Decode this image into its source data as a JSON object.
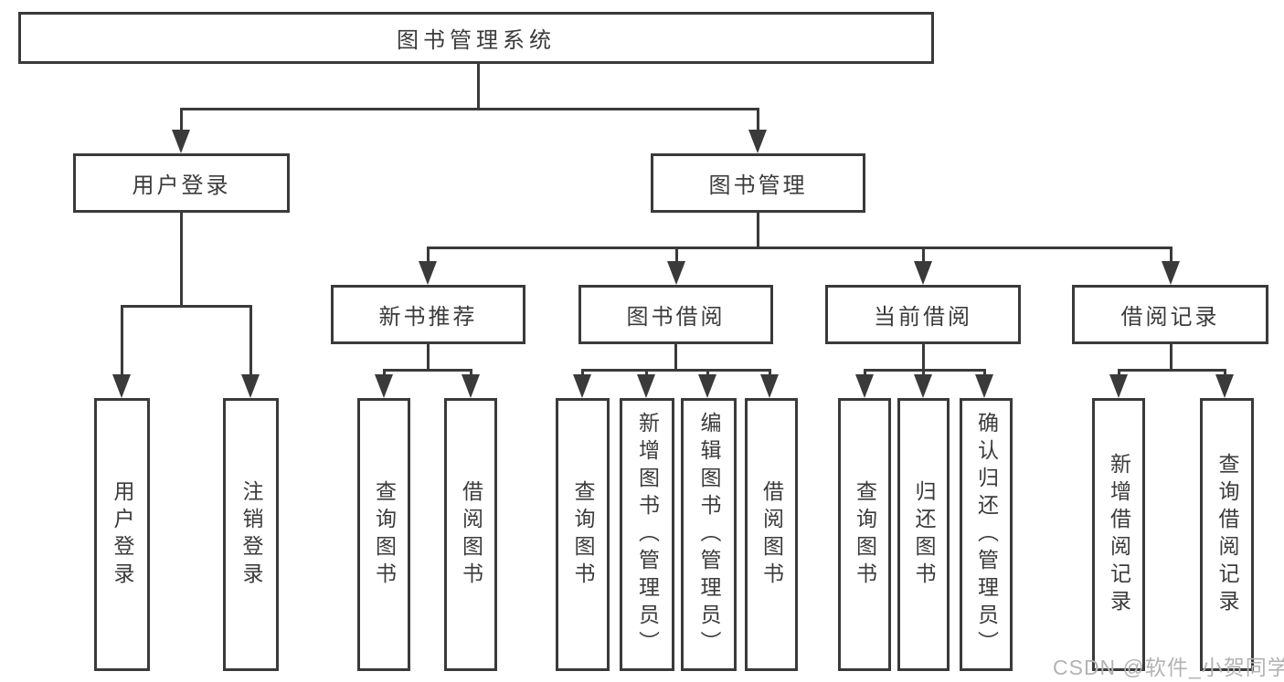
{
  "tree": {
    "root": {
      "label": "图书管理系统"
    },
    "branches": [
      {
        "label": "用户登录",
        "children": [
          {
            "label": "用户登录"
          },
          {
            "label": "注销登录"
          }
        ]
      },
      {
        "label": "图书管理",
        "children": [
          {
            "label": "新书推荐",
            "children": [
              {
                "label": "查询图书"
              },
              {
                "label": "借阅图书"
              }
            ]
          },
          {
            "label": "图书借阅",
            "children": [
              {
                "label": "查询图书"
              },
              {
                "label": "新增图书（管理员）"
              },
              {
                "label": "编辑图书（管理员）"
              },
              {
                "label": "借阅图书"
              }
            ]
          },
          {
            "label": "当前借阅",
            "children": [
              {
                "label": "查询图书"
              },
              {
                "label": "归还图书"
              },
              {
                "label": "确认归还（管理员）"
              }
            ]
          },
          {
            "label": "借阅记录",
            "children": [
              {
                "label": "新增借阅记录"
              },
              {
                "label": "查询借阅记录"
              }
            ]
          }
        ]
      }
    ]
  },
  "watermark": {
    "text": "CSDN @软件_小贺同学"
  },
  "colors": {
    "line": "#3a3a3a",
    "text": "#3b3b3b",
    "watermark": "#b3b3b3",
    "background": "#ffffff"
  }
}
